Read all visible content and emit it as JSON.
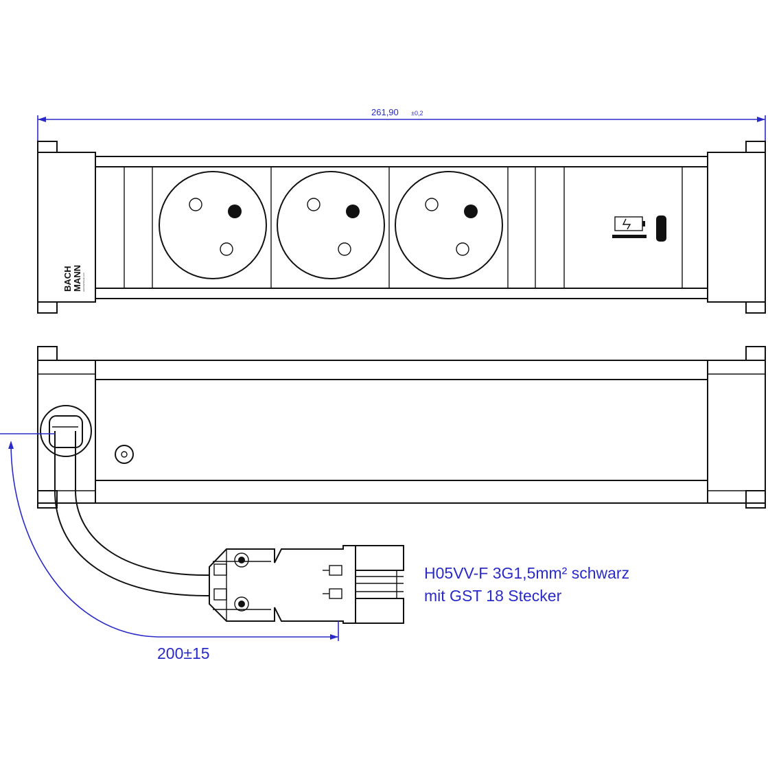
{
  "dimensions": {
    "overall_width_label": "261,90",
    "overall_width_tolerance": "±0,2",
    "cable_length_label": "200±15"
  },
  "brand": {
    "line1": "BACH",
    "line2": "MANN",
    "small_text": "www.bachmann.com"
  },
  "cable_note": {
    "line1": "H05VV-F 3G1,5mm² schwarz",
    "line2": "mit GST 18 Stecker"
  },
  "sockets": [
    {
      "id": "socket-1"
    },
    {
      "id": "socket-2"
    },
    {
      "id": "socket-3"
    }
  ],
  "icons": [
    "usb-charger-icon",
    "usb-c-port-icon"
  ],
  "colors": {
    "line": "#111111",
    "dimension": "#2a2ac8",
    "background": "#ffffff"
  }
}
